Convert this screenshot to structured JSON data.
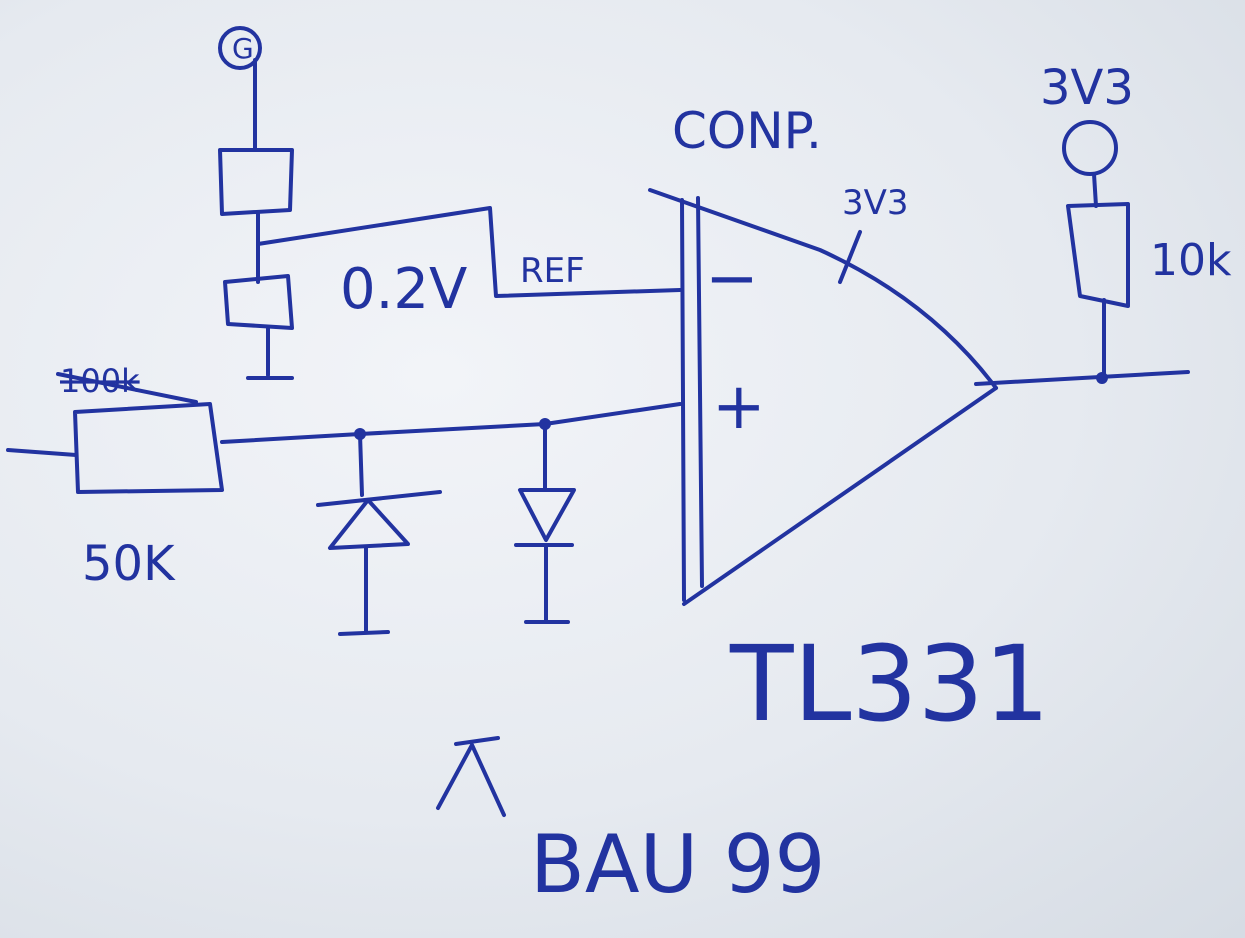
{
  "colors": {
    "ink": "#2233a0",
    "paper": "#eef1f5"
  },
  "labels": {
    "supply_left": "G",
    "comp_title": "CONP.",
    "comp_supply": "3V3",
    "pullup_supply": "3V3",
    "pullup_value": "10k",
    "ref_voltage": "0.2V",
    "ref_label": "REF",
    "input_resistor_old": "100k",
    "input_resistor": "50K",
    "minus_sign": "−",
    "plus_sign": "+",
    "part_number": "TL331",
    "diode_part": "BAU 99"
  }
}
